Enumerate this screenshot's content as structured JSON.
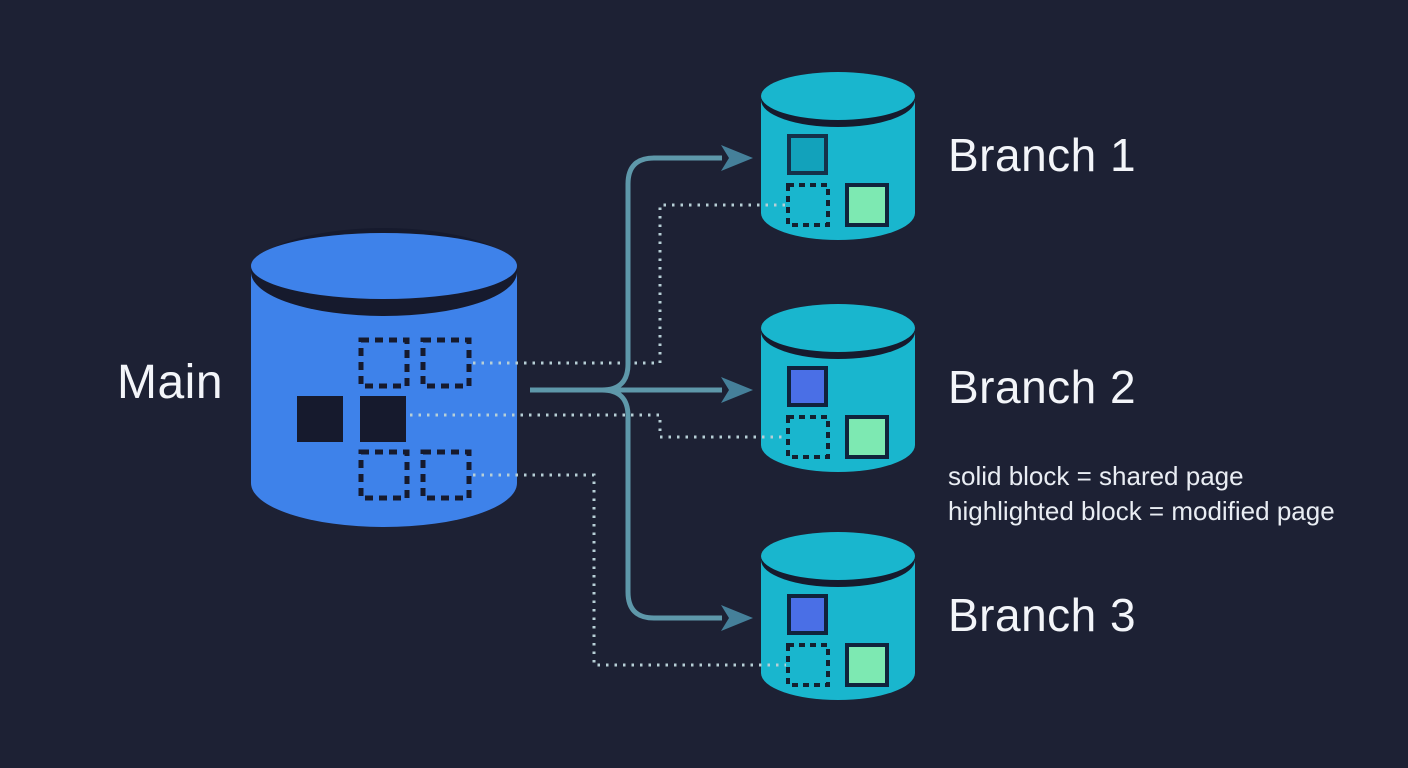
{
  "diagram": {
    "main": {
      "label": "Main",
      "blocks": [
        {
          "type": "dashed"
        },
        {
          "type": "dashed"
        },
        {
          "type": "solid"
        },
        {
          "type": "solid"
        },
        {
          "type": "dashed"
        },
        {
          "type": "dashed"
        }
      ]
    },
    "branches": [
      {
        "label": "Branch 1",
        "blocks": [
          {
            "type": "outline"
          },
          {
            "type": "dashed"
          },
          {
            "type": "modified"
          }
        ]
      },
      {
        "label": "Branch 2",
        "blocks": [
          {
            "type": "shared"
          },
          {
            "type": "dashed"
          },
          {
            "type": "modified"
          }
        ]
      },
      {
        "label": "Branch 3",
        "blocks": [
          {
            "type": "shared"
          },
          {
            "type": "dashed"
          },
          {
            "type": "modified"
          }
        ]
      }
    ],
    "legend": {
      "line1": "solid block = shared page",
      "line2": "highlighted block = modified page"
    },
    "colors": {
      "background": "#1d2134",
      "main_cylinder": "#3e82ea",
      "branch_cylinder": "#19b6ce",
      "dark_ink": "#161a2d",
      "shared_block_blue": "#4a6fe6",
      "modified_block_green": "#7de9b2",
      "arrow_line": "#5e98aa",
      "arrow_head": "#45809a",
      "dotted_line": "#b7cfd6",
      "label_text": "#f3f5f9"
    }
  }
}
